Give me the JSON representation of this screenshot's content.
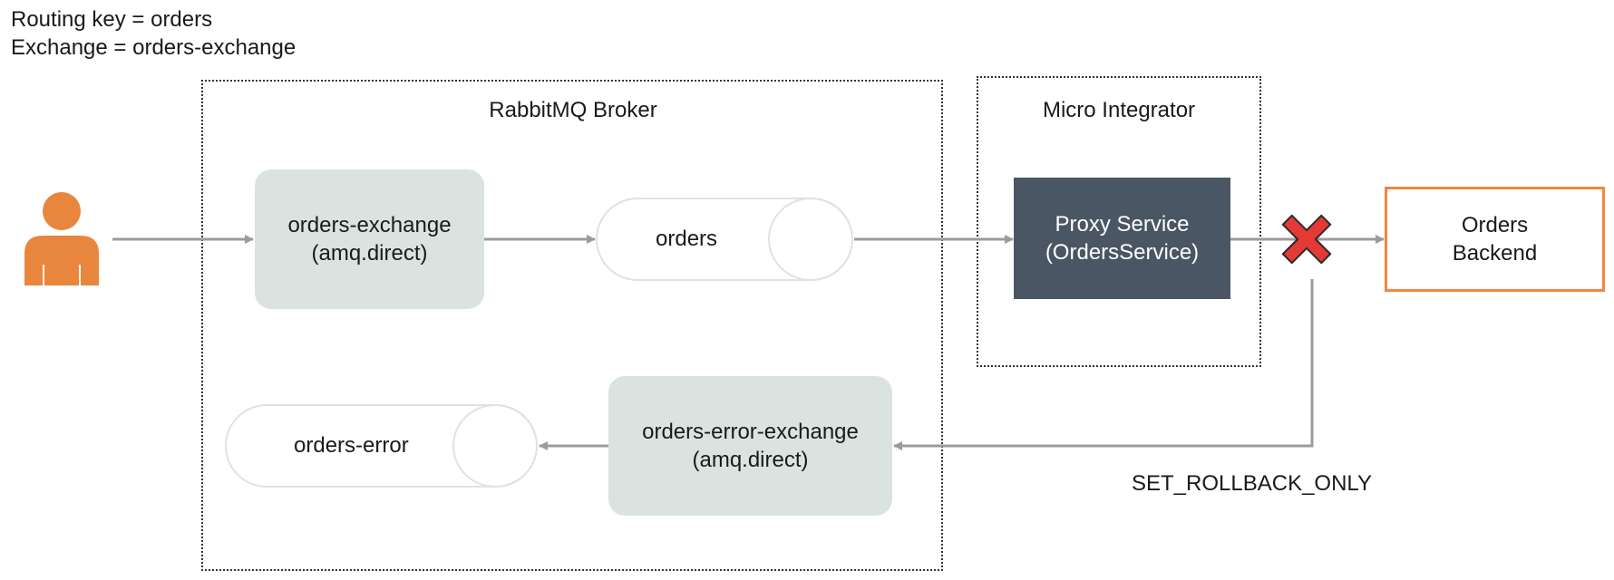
{
  "legend": {
    "routing_key": "Routing key = orders",
    "exchange": "Exchange = orders-exchange"
  },
  "broker": {
    "title": "RabbitMQ Broker",
    "exchange": {
      "name": "orders-exchange",
      "type": "(amq.direct)"
    },
    "queue": {
      "name": "orders"
    },
    "error_exchange": {
      "name": "orders-error-exchange",
      "type": "(amq.direct)"
    },
    "error_queue": {
      "name": "orders-error"
    }
  },
  "micro_integrator": {
    "title": "Micro Integrator",
    "proxy": {
      "line1": "Proxy Service",
      "line2": "(OrdersService)"
    }
  },
  "backend": {
    "line1": "Orders",
    "line2": "Backend"
  },
  "failure_label": "SET_ROLLBACK_ONLY",
  "colors": {
    "user_icon": "#e8863d",
    "exchange_fill": "#dbe3e0",
    "proxy_fill": "#4a5663",
    "backend_border": "#f0873f",
    "arrow": "#9b9b9b",
    "failure_x": "#e53935"
  }
}
